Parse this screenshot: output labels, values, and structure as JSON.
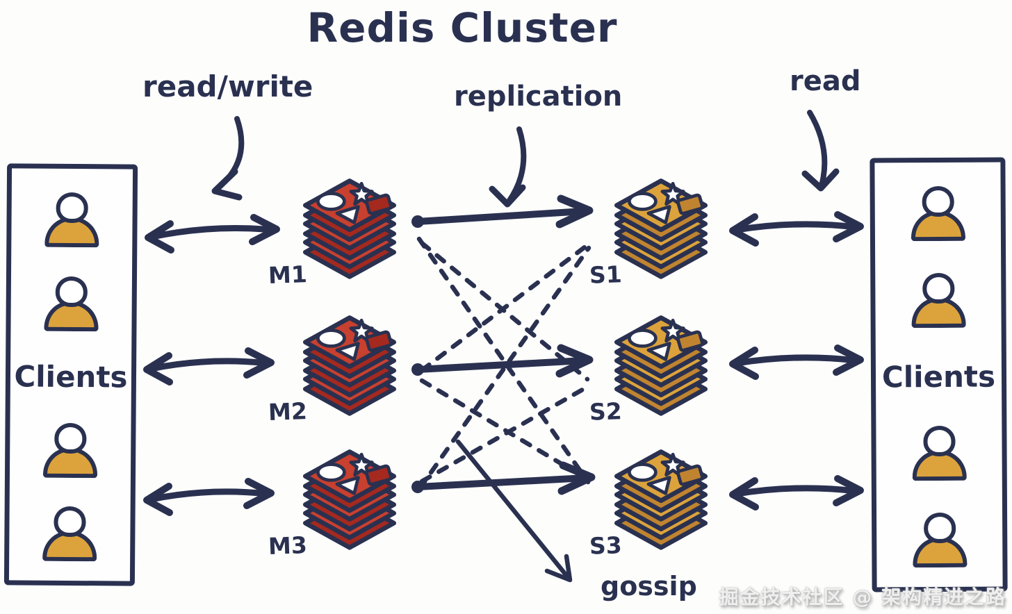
{
  "title": "Redis Cluster",
  "annotations": {
    "read_write": "read/write",
    "replication": "replication",
    "read": "read",
    "gossip": "gossip"
  },
  "clients_left": {
    "label": "Clients",
    "user_count": 4
  },
  "clients_right": {
    "label": "Clients",
    "user_count": 4
  },
  "masters": [
    {
      "id": "M1"
    },
    {
      "id": "M2"
    },
    {
      "id": "M3"
    }
  ],
  "slaves": [
    {
      "id": "S1"
    },
    {
      "id": "S2"
    },
    {
      "id": "S3"
    }
  ],
  "relations": {
    "clients_to_masters": "bidirectional read/write",
    "replication_pairs": [
      [
        "M1",
        "S1"
      ],
      [
        "M2",
        "S2"
      ],
      [
        "M3",
        "S3"
      ]
    ],
    "gossip_mesh": [
      [
        "M1",
        "S2"
      ],
      [
        "M1",
        "S3"
      ],
      [
        "M2",
        "S1"
      ],
      [
        "M2",
        "S3"
      ],
      [
        "M3",
        "S1"
      ],
      [
        "M3",
        "S2"
      ]
    ],
    "slaves_to_clients": "bidirectional read"
  },
  "watermark": "掘金技术社区 @ 架构精进之路",
  "colors": {
    "ink": "#2a3150",
    "master_face": "#c8402f",
    "master_dark": "#a5291f",
    "slave_face": "#dca33c",
    "slave_dark": "#c08430",
    "person_body": "#dca33c",
    "background": "#fdfdfc"
  }
}
